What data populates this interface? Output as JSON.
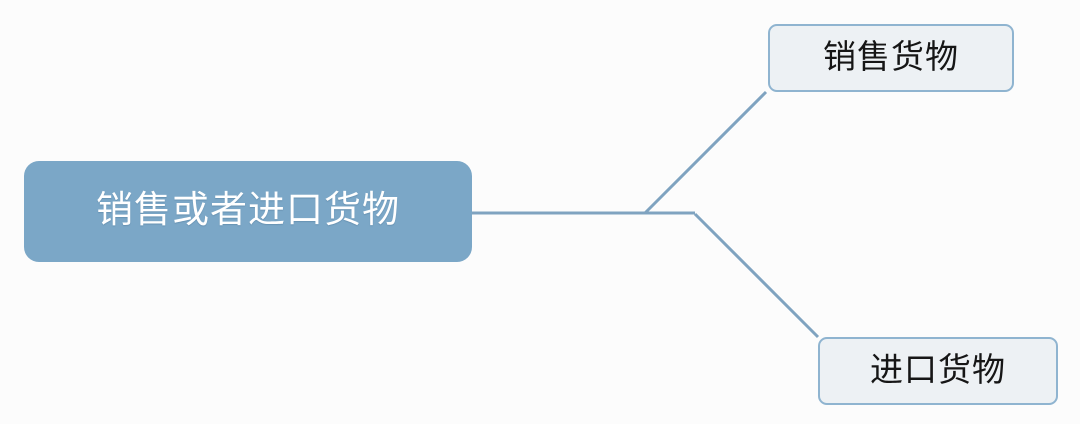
{
  "diagram": {
    "type": "mind-map",
    "orientation": "left-to-right",
    "background_color": "#FCFCFC",
    "root": {
      "label": "销售或者进口货物",
      "fill_color": "#7BA7C7",
      "text_color": "#FFFFFF"
    },
    "children": [
      {
        "label": "销售货物",
        "fill_color": "#EDF1F4",
        "border_color": "#8FB4D0",
        "text_color": "#161616"
      },
      {
        "label": "进口货物",
        "fill_color": "#EDF1F4",
        "border_color": "#8FB4D0",
        "text_color": "#161616"
      }
    ],
    "connector": {
      "color": "#7FA3C0",
      "width": 3
    }
  }
}
